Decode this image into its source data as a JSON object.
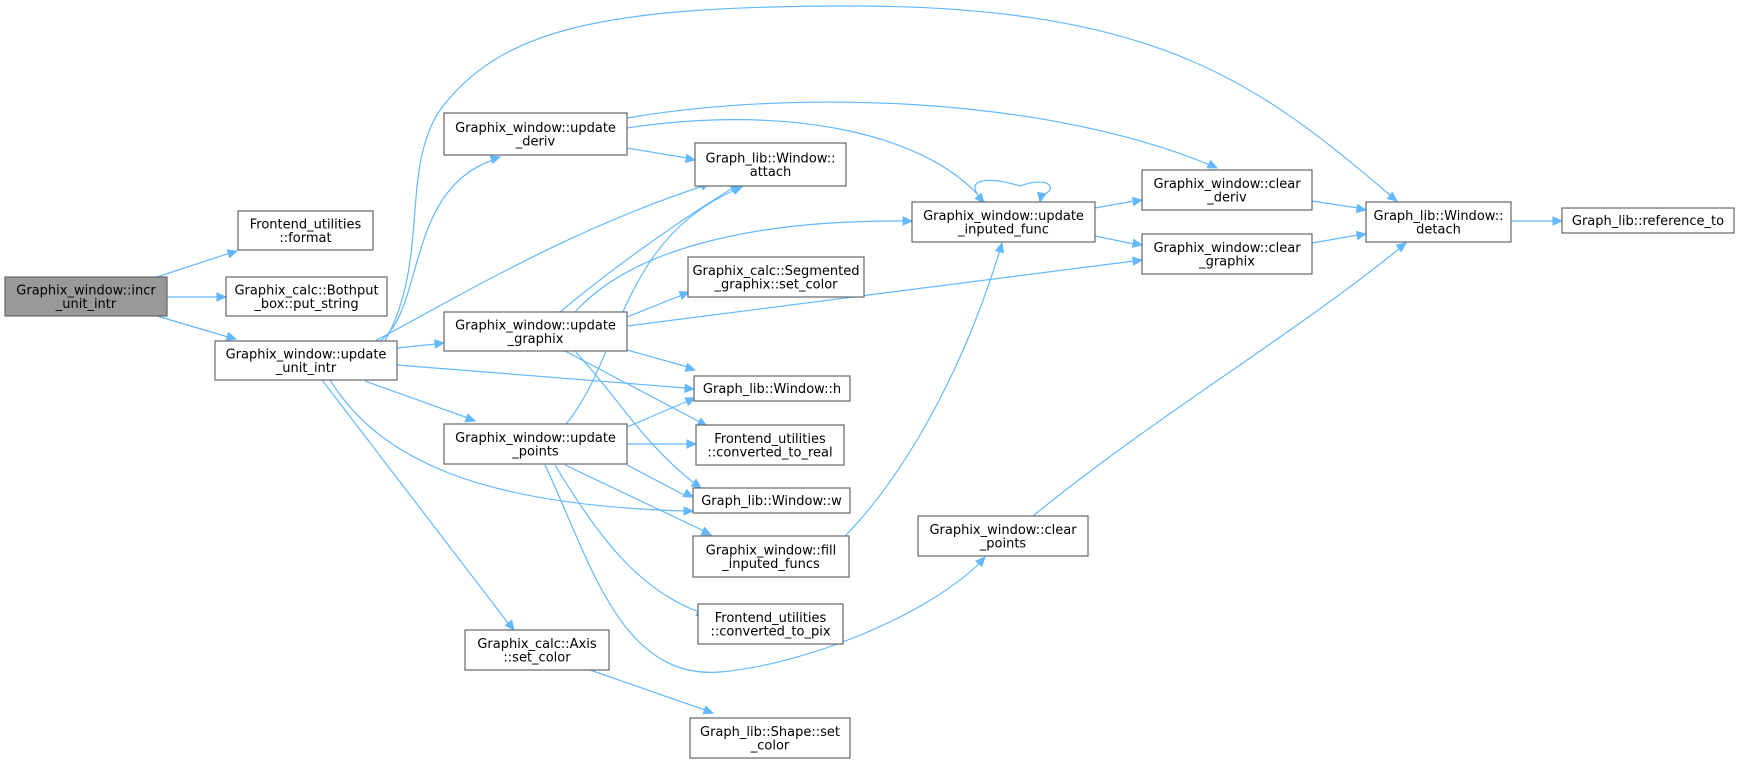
{
  "diagram": {
    "type": "call-graph",
    "edge_color": "#63b8ff",
    "node_border_color": "#666666",
    "root_fill_color": "#999999",
    "nodes": [
      {
        "id": "incr_unit_intr",
        "lines": [
          "Graphix_window::incr",
          "_unit_intr"
        ],
        "root": true
      },
      {
        "id": "format",
        "lines": [
          "Frontend_utilities",
          "::format"
        ]
      },
      {
        "id": "put_string",
        "lines": [
          "Graphix_calc::Bothput",
          "_box::put_string"
        ]
      },
      {
        "id": "update_unit_intr",
        "lines": [
          "Graphix_window::update",
          "_unit_intr"
        ]
      },
      {
        "id": "update_deriv",
        "lines": [
          "Graphix_window::update",
          "_deriv"
        ]
      },
      {
        "id": "update_graphix",
        "lines": [
          "Graphix_window::update",
          "_graphix"
        ]
      },
      {
        "id": "update_points",
        "lines": [
          "Graphix_window::update",
          "_points"
        ]
      },
      {
        "id": "axis_set_color",
        "lines": [
          "Graphix_calc::Axis",
          "::set_color"
        ]
      },
      {
        "id": "attach",
        "lines": [
          "Graph_lib::Window::",
          "attach"
        ]
      },
      {
        "id": "seg_set_color",
        "lines": [
          "Graphix_calc::Segmented",
          "_graphix::set_color"
        ]
      },
      {
        "id": "window_h",
        "lines": [
          "Graph_lib::Window::h"
        ]
      },
      {
        "id": "converted_to_real",
        "lines": [
          "Frontend_utilities",
          "::converted_to_real"
        ]
      },
      {
        "id": "window_w",
        "lines": [
          "Graph_lib::Window::w"
        ]
      },
      {
        "id": "fill_inputed_funcs",
        "lines": [
          "Graphix_window::fill",
          "_inputed_funcs"
        ]
      },
      {
        "id": "converted_to_pix",
        "lines": [
          "Frontend_utilities",
          "::converted_to_pix"
        ]
      },
      {
        "id": "shape_set_color",
        "lines": [
          "Graph_lib::Shape::set",
          "_color"
        ]
      },
      {
        "id": "update_inputed_func",
        "lines": [
          "Graphix_window::update",
          "_inputed_func"
        ]
      },
      {
        "id": "clear_points",
        "lines": [
          "Graphix_window::clear",
          "_points"
        ]
      },
      {
        "id": "clear_deriv",
        "lines": [
          "Graphix_window::clear",
          "_deriv"
        ]
      },
      {
        "id": "clear_graphix",
        "lines": [
          "Graphix_window::clear",
          "_graphix"
        ]
      },
      {
        "id": "detach",
        "lines": [
          "Graph_lib::Window::",
          "detach"
        ]
      },
      {
        "id": "reference_to",
        "lines": [
          "Graph_lib::reference_to"
        ]
      }
    ],
    "edges": [
      [
        "incr_unit_intr",
        "format"
      ],
      [
        "incr_unit_intr",
        "put_string"
      ],
      [
        "incr_unit_intr",
        "update_unit_intr"
      ],
      [
        "update_unit_intr",
        "update_deriv"
      ],
      [
        "update_unit_intr",
        "update_graphix"
      ],
      [
        "update_unit_intr",
        "update_points"
      ],
      [
        "update_unit_intr",
        "axis_set_color"
      ],
      [
        "update_unit_intr",
        "attach"
      ],
      [
        "update_unit_intr",
        "window_h"
      ],
      [
        "update_unit_intr",
        "window_w"
      ],
      [
        "update_unit_intr",
        "detach"
      ],
      [
        "update_deriv",
        "attach"
      ],
      [
        "update_deriv",
        "update_inputed_func"
      ],
      [
        "update_deriv",
        "clear_deriv"
      ],
      [
        "update_graphix",
        "attach"
      ],
      [
        "update_graphix",
        "seg_set_color"
      ],
      [
        "update_graphix",
        "window_h"
      ],
      [
        "update_graphix",
        "converted_to_real"
      ],
      [
        "update_graphix",
        "window_w"
      ],
      [
        "update_graphix",
        "update_inputed_func"
      ],
      [
        "update_graphix",
        "clear_graphix"
      ],
      [
        "update_points",
        "attach"
      ],
      [
        "update_points",
        "window_h"
      ],
      [
        "update_points",
        "converted_to_real"
      ],
      [
        "update_points",
        "window_w"
      ],
      [
        "update_points",
        "fill_inputed_funcs"
      ],
      [
        "update_points",
        "converted_to_pix"
      ],
      [
        "update_points",
        "clear_points"
      ],
      [
        "axis_set_color",
        "shape_set_color"
      ],
      [
        "fill_inputed_funcs",
        "update_inputed_func"
      ],
      [
        "update_inputed_func",
        "update_inputed_func"
      ],
      [
        "update_inputed_func",
        "clear_deriv"
      ],
      [
        "update_inputed_func",
        "clear_graphix"
      ],
      [
        "clear_points",
        "detach"
      ],
      [
        "clear_deriv",
        "detach"
      ],
      [
        "clear_graphix",
        "detach"
      ],
      [
        "detach",
        "reference_to"
      ]
    ]
  }
}
